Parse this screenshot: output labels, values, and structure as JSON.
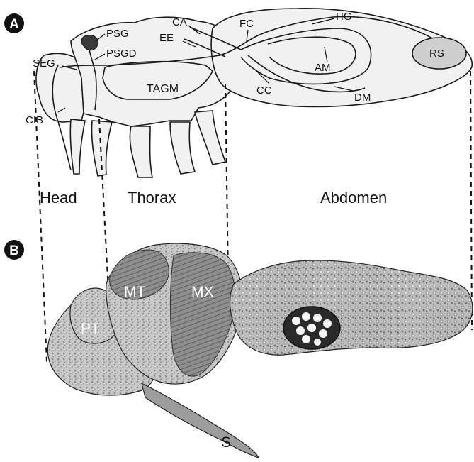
{
  "panels": {
    "a": {
      "badge": "A"
    },
    "b": {
      "badge": "B"
    }
  },
  "labels": {
    "psg": "PSG",
    "psgd": "PSGD",
    "seg": "SEG",
    "cib": "CIB",
    "tagm": "TAGM",
    "ca": "CA",
    "ee": "EE",
    "fc": "FC",
    "hg": "HG",
    "rs": "RS",
    "am": "AM",
    "cc": "CC",
    "dm": "DM"
  },
  "regions": {
    "head": "Head",
    "thorax": "Thorax",
    "abdomen": "Abdomen"
  },
  "section_labels": {
    "mt": "MT",
    "mx": "MX",
    "pt": "PT",
    "s": "S"
  }
}
